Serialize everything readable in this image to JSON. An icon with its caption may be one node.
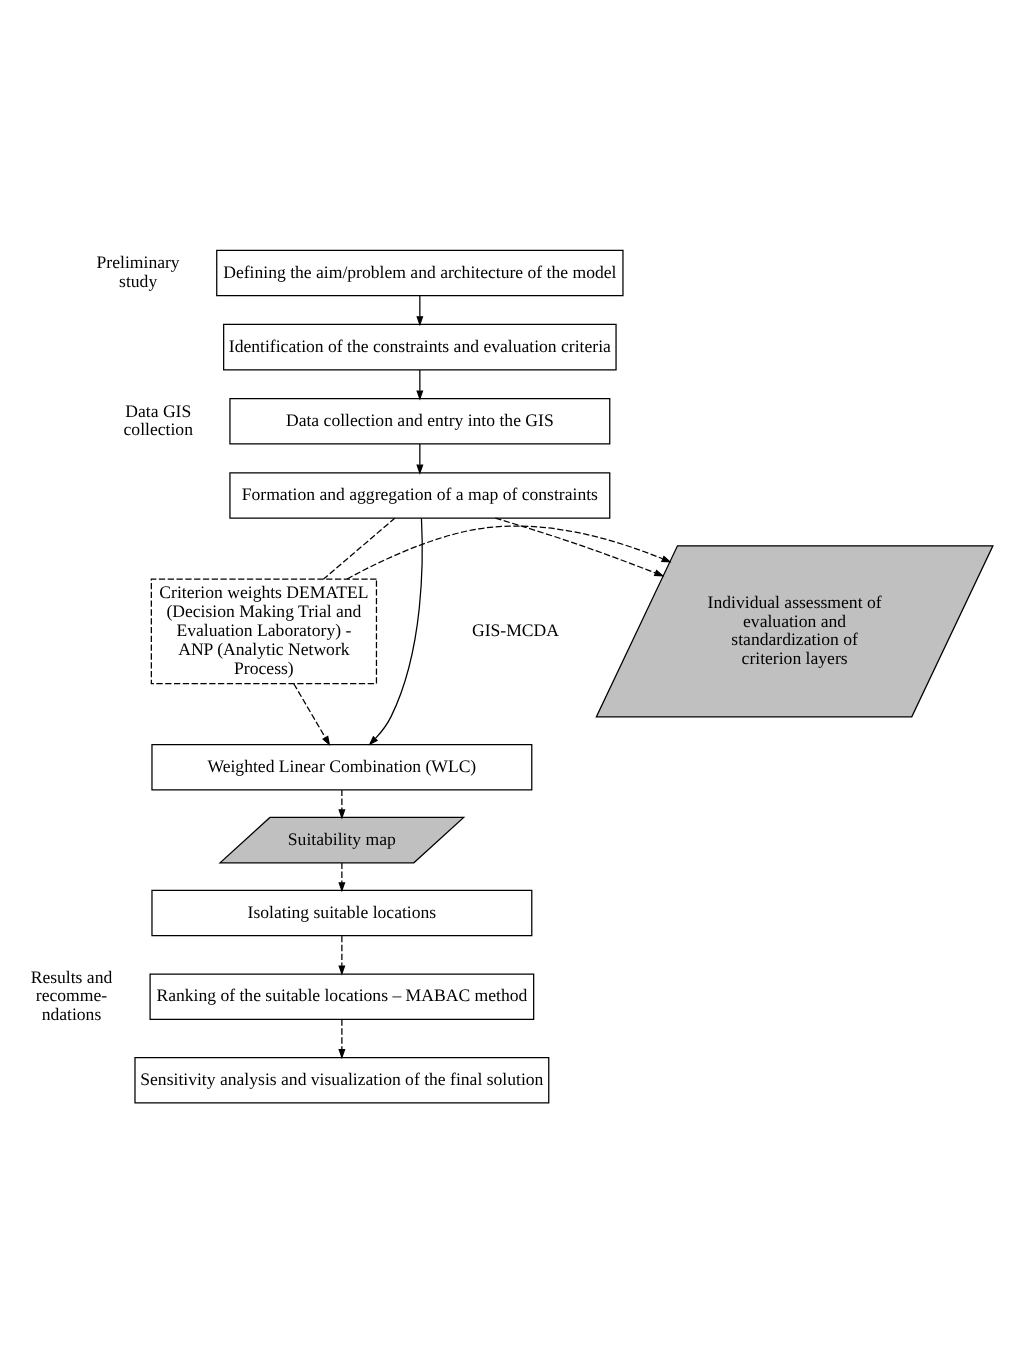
{
  "diagram": {
    "nodes": [
      {
        "text": [
          "Defining the aim/problem and architecture of the model"
        ]
      },
      {
        "text": [
          "Identification of the constraints and evaluation criteria"
        ]
      },
      {
        "text": [
          "Data collection and entry into the GIS"
        ]
      },
      {
        "text": [
          "Formation and aggregation of a map of constraints"
        ]
      },
      {
        "text": [
          "Individual assessment of evaluation and standardization of criterion layers"
        ]
      },
      {
        "text": [
          "Criterion weights DEMATEL (Decision Making Trial and Evaluation Laboratory) - ANP (Analytic Network Process)"
        ]
      },
      {
        "text": [
          "Weighted Linear Combination (WLC)"
        ]
      },
      {
        "text": [
          "Suitability map"
        ]
      },
      {
        "text": [
          "Isolating suitable locations"
        ]
      },
      {
        "text": [
          "Ranking of the suitable locations – MABAC method"
        ]
      },
      {
        "text": [
          "Sensitivity analysis and visualization of the final solution"
        ]
      }
    ],
    "edges": [
      {
        "from": 0,
        "to": 1,
        "arrow": "to"
      },
      {
        "from": 1,
        "to": 2,
        "arrow": "to"
      },
      {
        "from": 2,
        "to": 3,
        "arrow": "to"
      },
      {
        "from": 3,
        "to": 4,
        "arrow": "to",
        "style": "dashed"
      },
      {
        "from": 3,
        "to": 5,
        "arrow": "none",
        "style": "dashed"
      },
      {
        "from": 5,
        "to": 4,
        "arrow": "to",
        "style": "dashed"
      },
      {
        "from": 5,
        "to": 6,
        "arrow": "to",
        "style": "dashed"
      },
      {
        "from": 3,
        "to": 6,
        "arrow": "to"
      },
      {
        "from": 6,
        "to": 7,
        "arrow": "to",
        "style": "dashed"
      },
      {
        "from": 7,
        "to": 8,
        "arrow": "to",
        "style": "dashed"
      },
      {
        "from": 8,
        "to": 9,
        "arrow": "to",
        "style": "dashed"
      },
      {
        "from": 9,
        "to": 10,
        "arrow": "to",
        "style": "dashed"
      }
    ],
    "labels": [
      "Preliminary study",
      "Data GIS collection",
      "GIS-MCDA",
      "Results and recomme- ndations"
    ]
  }
}
